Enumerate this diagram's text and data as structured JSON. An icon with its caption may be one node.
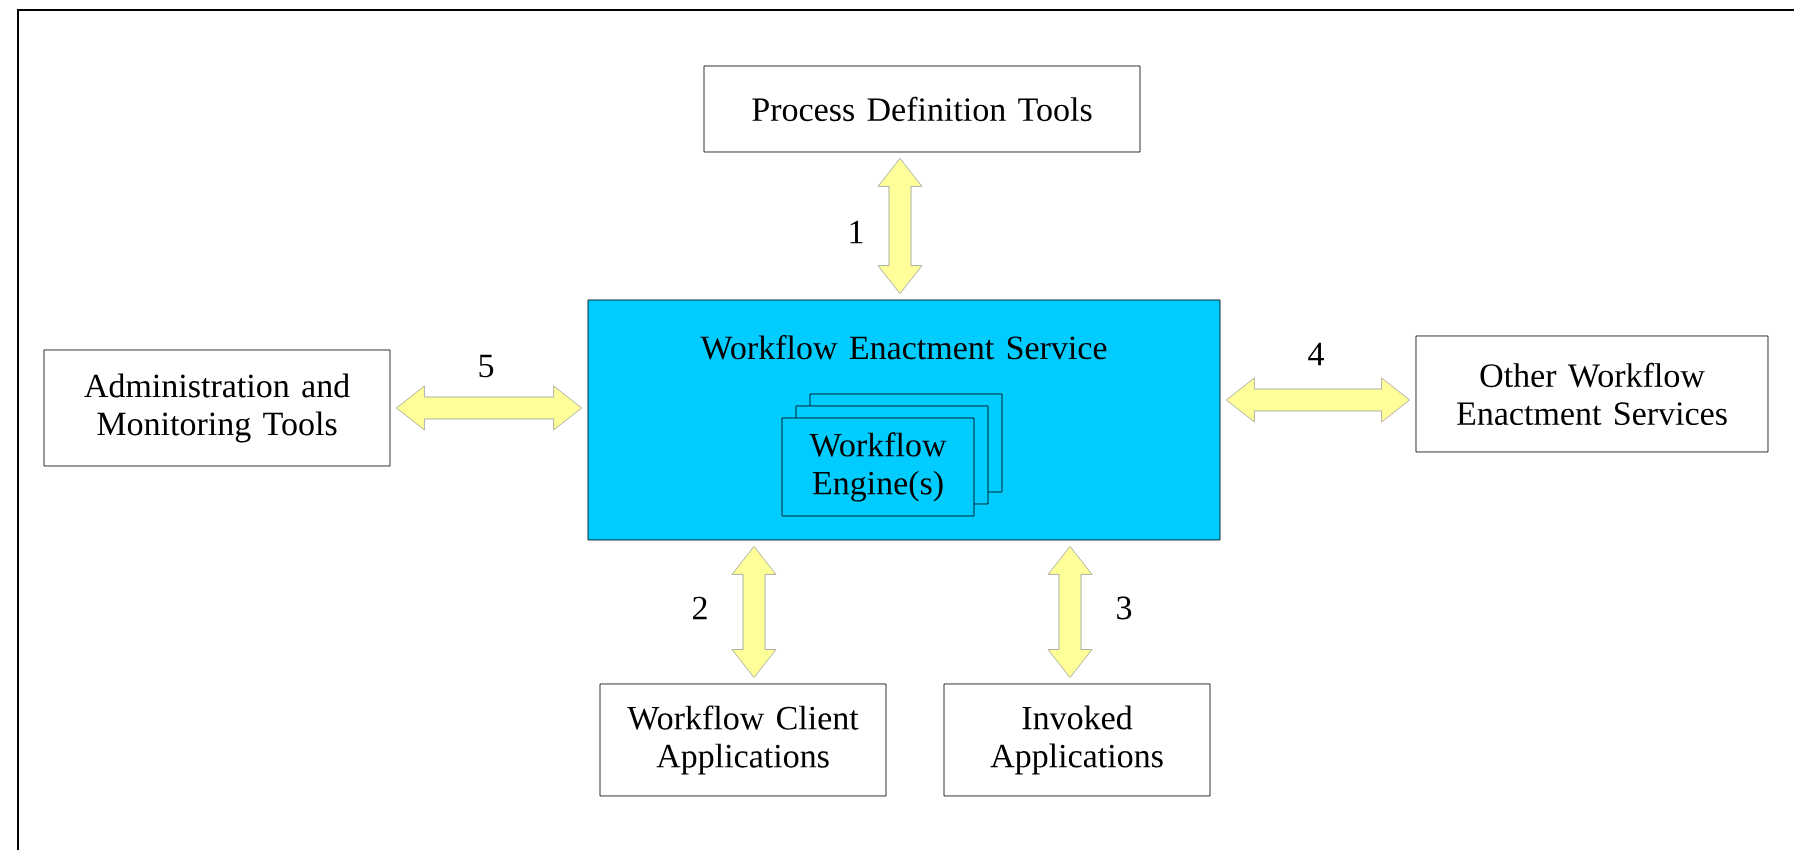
{
  "diagram": {
    "nodes": [
      {
        "text": [
          "Process Definition Tools"
        ]
      },
      {
        "text": [
          "Administration and Monitoring Tools"
        ]
      },
      {
        "text": [
          "Workflow Enactment Service"
        ]
      },
      {
        "text": [
          "Workflow Engine(s)"
        ],
        "in": 2
      },
      {
        "text": [
          "Other Workflow Enactment Services"
        ]
      },
      {
        "text": [
          "Workflow Client Applications"
        ]
      },
      {
        "text": [
          "Invoked Applications"
        ]
      }
    ],
    "edges": [
      {
        "from": 2,
        "to": 0,
        "arrow": "both",
        "label": "1"
      },
      {
        "from": 2,
        "to": 5,
        "arrow": "both",
        "label": "2"
      },
      {
        "from": 2,
        "to": 6,
        "arrow": "both",
        "label": "3"
      },
      {
        "from": 2,
        "to": 4,
        "arrow": "both",
        "label": "4"
      },
      {
        "from": 2,
        "to": 1,
        "arrow": "both",
        "label": "5"
      }
    ]
  }
}
